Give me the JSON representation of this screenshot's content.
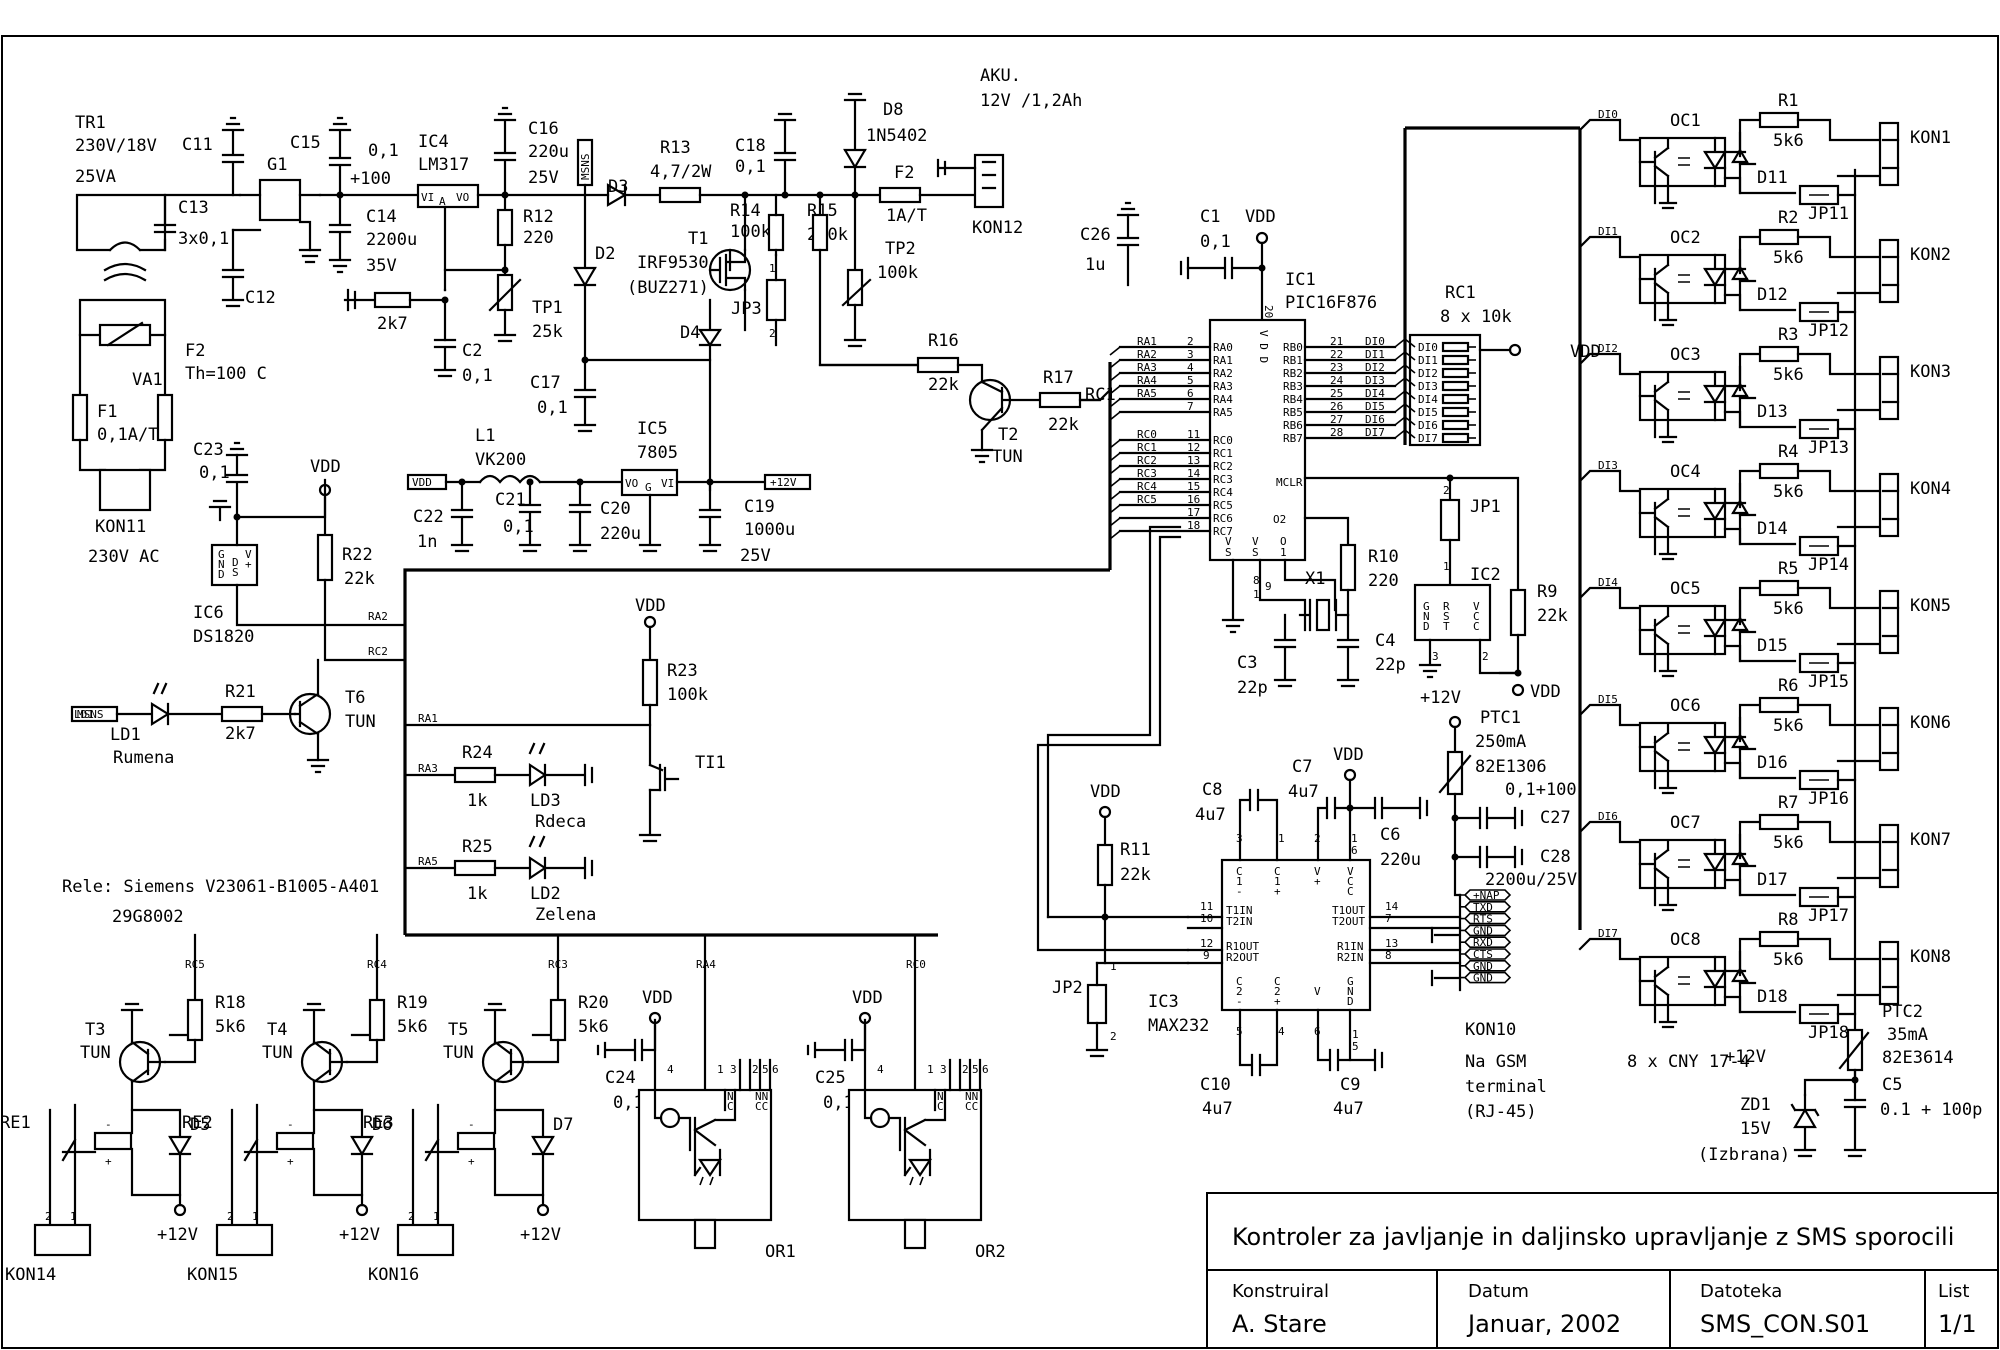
{
  "title_block": {
    "title": "Kontroler za javljanje in daljinsko upravljanje z SMS sporocili",
    "designer_label": "Konstruiral",
    "designer": "A. Stare",
    "date_label": "Datum",
    "date": "Januar, 2002",
    "file_label": "Datoteka",
    "file": "SMS_CON.S01",
    "sheet_label": "List",
    "sheet": "1/1"
  },
  "power": {
    "tr1": "TR1",
    "tr1_spec": "230V/18V",
    "tr1_va": "25VA",
    "c11": "C11",
    "c13": "C13",
    "c13_val": "3x0,1",
    "c12": "C12",
    "g1": "G1",
    "c15": "C15",
    "c15_val": "0,1",
    "c15_val2": "+100",
    "c14": "C14",
    "c14_val": "2200u",
    "c14_v": "35V",
    "ic4": "IC4",
    "ic4_type": "LM317",
    "c16": "C16",
    "c16_val": "220u",
    "c16_v": "25V",
    "r12": "R12",
    "r12_val": "220",
    "r_2k7": "2k7",
    "tp1": "TP1",
    "tp1_val": "25k",
    "c2": "C2",
    "c2_val": "0,1",
    "va1": "VA1",
    "f2b": "F2",
    "f2b_val": "Th=100 C",
    "f1": "F1",
    "f1_val": "0,1A/T",
    "kon11": "KON11",
    "kon11_val": "230V AC",
    "msns": "MSNS",
    "d3": "D3",
    "r13": "R13",
    "r13_val": "4,7/2W",
    "d2": "D2",
    "c17": "C17",
    "c17_val": "0,1",
    "t1": "T1",
    "t1_type": "IRF9530",
    "t1_alt": "(BUZ271)",
    "jp3": "JP3",
    "d4": "D4",
    "c18": "C18",
    "c18_val": "0,1",
    "r14": "R14",
    "r14_val": "100k",
    "r15": "R15",
    "r15_val": "220k",
    "d8": "D8",
    "d8_type": "1N5402",
    "akku": "AKU.",
    "akku_val": "12V /1,2Ah",
    "f2": "F2",
    "f2_val": "1A/T",
    "kon12": "KON12",
    "tp2": "TP2",
    "tp2_val": "100k",
    "l1": "L1",
    "l1_val": "VK200",
    "vdd_tag": "VDD",
    "plus12_tag": "+12V",
    "c22": "C22",
    "c22_val": "1n",
    "c21": "C21",
    "c21_val": "0,1",
    "c20": "C20",
    "c20_val": "220u",
    "ic5": "IC5",
    "ic5_type": "7805",
    "c19": "C19",
    "c19_val": "1000u",
    "c19_v": "25V"
  },
  "mcu": {
    "c26": "C26",
    "c26_val": "1u",
    "c1": "C1",
    "c1_val": "0,1",
    "vdd": "VDD",
    "ic1": "IC1",
    "ic1_type": "PIC16F876",
    "rc1": "RC1",
    "rc1_val": "8 x 10k",
    "left_pins": [
      {
        "net": "RA1",
        "num": "2",
        "pin": "RA0"
      },
      {
        "net": "RA2",
        "num": "3",
        "pin": "RA1"
      },
      {
        "net": "RA3",
        "num": "4",
        "pin": "RA2"
      },
      {
        "net": "RA4",
        "num": "5",
        "pin": "RA3"
      },
      {
        "net": "RA5",
        "num": "6",
        "pin": "RA4"
      },
      {
        "net": "",
        "num": "7",
        "pin": "RA5"
      },
      {
        "net": "RC0",
        "num": "11",
        "pin": "RC0"
      },
      {
        "net": "RC1",
        "num": "12",
        "pin": "RC1"
      },
      {
        "net": "RC2",
        "num": "13",
        "pin": "RC2"
      },
      {
        "net": "RC3",
        "num": "14",
        "pin": "RC3"
      },
      {
        "net": "RC4",
        "num": "15",
        "pin": "RC4"
      },
      {
        "net": "RC5",
        "num": "16",
        "pin": "RC5"
      },
      {
        "net": "",
        "num": "17",
        "pin": "RC6"
      },
      {
        "net": "",
        "num": "18",
        "pin": "RC7"
      }
    ],
    "right_pins": [
      {
        "pin": "RB0",
        "num": "21",
        "net": "DI0"
      },
      {
        "pin": "RB1",
        "num": "22",
        "net": "DI1"
      },
      {
        "pin": "RB2",
        "num": "23",
        "net": "DI2"
      },
      {
        "pin": "RB3",
        "num": "24",
        "net": "DI3"
      },
      {
        "pin": "RB4",
        "num": "25",
        "net": "DI4"
      },
      {
        "pin": "RB5",
        "num": "26",
        "net": "DI5"
      },
      {
        "pin": "RB6",
        "num": "27",
        "net": "DI6"
      },
      {
        "pin": "RB7",
        "num": "28",
        "net": "DI7"
      }
    ],
    "mclr": "MCLR",
    "r10": "R10",
    "r10_val": "220",
    "x1": "X1",
    "c3": "C3",
    "c3_val": "22p",
    "c4": "C4",
    "c4_val": "22p",
    "jp1": "JP1",
    "ic2": "IC2",
    "r9": "R9",
    "r9_val": "22k",
    "rc1_net": "RC1"
  },
  "sensor": {
    "c23": "C23",
    "c23_val": "0,1",
    "ic6": "IC6",
    "ic6_type": "DS1820",
    "r22": "R22",
    "r22_val": "22k",
    "ld1": "LD1",
    "ld1_col": "Rumena",
    "r21": "R21",
    "r21_val": "2k7",
    "t6": "T6",
    "t6_type": "TUN",
    "r16": "R16",
    "r16_val": "22k",
    "r17": "R17",
    "r17_val": "22k",
    "t2": "T2",
    "t2_type": "TUN",
    "r23": "R23",
    "r23_val": "100k",
    "ti1": "TI1",
    "r24": "R24",
    "r24_val": "1k",
    "ld3": "LD3",
    "ld3_col": "Rdeca",
    "r25": "R25",
    "r25_val": "1k",
    "ld2": "LD2",
    "ld2_col": "Zelena"
  },
  "relays": {
    "note": "Rele: Siemens V23061-B1005-A401",
    "note2": "29G8002",
    "items": [
      {
        "net": "RC5",
        "r": "R18",
        "r_val": "5k6",
        "t": "T3",
        "t_type": "TUN",
        "re": "RE1",
        "d": "D5",
        "kon": "KON14",
        "plus": "+12V"
      },
      {
        "net": "RC4",
        "r": "R19",
        "r_val": "5k6",
        "t": "T4",
        "t_type": "TUN",
        "re": "RE2",
        "d": "D6",
        "kon": "KON15",
        "plus": "+12V"
      },
      {
        "net": "RC3",
        "r": "R20",
        "r_val": "5k6",
        "t": "T5",
        "t_type": "TUN",
        "re": "RE3",
        "d": "D7",
        "kon": "KON16",
        "plus": "+12V"
      }
    ]
  },
  "optos": {
    "items": [
      {
        "net": "RA4",
        "c": "C24",
        "c_val": "0,1",
        "or": "OR1",
        "vdd": "VDD"
      },
      {
        "net": "RC0",
        "c": "C25",
        "c_val": "0,1",
        "or": "OR2",
        "vdd": "VDD"
      }
    ]
  },
  "serial": {
    "vdd": "VDD",
    "r11": "R11",
    "r11_val": "22k",
    "jp2": "JP2",
    "c8": "C8",
    "c8_val": "4u7",
    "c7": "C7",
    "c7_val": "4u7",
    "c6": "C6",
    "c6_val": "220u",
    "ic3": "IC3",
    "ic3_type": "MAX232",
    "c10": "C10",
    "c10_val": "4u7",
    "c9": "C9",
    "c9_val": "4u7",
    "ptc1": "PTC1",
    "ptc1_val": "250mA",
    "ptc1_type": "82E1306",
    "c27": "C27",
    "c27_val": "0,1+100",
    "c28": "C28",
    "c28_val": "2200u/25V",
    "plus12": "+12V",
    "kon10": "KON10",
    "kon10_note": "Na GSM",
    "kon10_note2": "terminal",
    "kon10_note3": "(RJ-45)",
    "pins": [
      "+NAP",
      "TXD",
      "RTS",
      "GND",
      "RXD",
      "CTS",
      "GND",
      "GND"
    ]
  },
  "inputs": {
    "items": [
      {
        "net": "DI0",
        "oc": "OC1",
        "r": "R1",
        "r_val": "5k6",
        "d": "D11",
        "jp": "JP11",
        "kon": "KON1"
      },
      {
        "net": "DI1",
        "oc": "OC2",
        "r": "R2",
        "r_val": "5k6",
        "d": "D12",
        "jp": "JP12",
        "kon": "KON2"
      },
      {
        "net": "DI2",
        "oc": "OC3",
        "r": "R3",
        "r_val": "5k6",
        "d": "D13",
        "jp": "JP13",
        "kon": "KON3"
      },
      {
        "net": "DI3",
        "oc": "OC4",
        "r": "R4",
        "r_val": "5k6",
        "d": "D14",
        "jp": "JP14",
        "kon": "KON4"
      },
      {
        "net": "DI4",
        "oc": "OC5",
        "r": "R5",
        "r_val": "5k6",
        "d": "D15",
        "jp": "JP15",
        "kon": "KON5"
      },
      {
        "net": "DI5",
        "oc": "OC6",
        "r": "R6",
        "r_val": "5k6",
        "d": "D16",
        "jp": "JP16",
        "kon": "KON6"
      },
      {
        "net": "DI6",
        "oc": "OC7",
        "r": "R7",
        "r_val": "5k6",
        "d": "D17",
        "jp": "JP17",
        "kon": "KON7"
      },
      {
        "net": "DI7",
        "oc": "OC8",
        "r": "R8",
        "r_val": "5k6",
        "d": "D18",
        "jp": "JP18",
        "kon": "KON8"
      }
    ],
    "cny": "8 x CNY 17-4",
    "plus12": "+12V",
    "ptc2": "PTC2",
    "ptc2_val": "35mA",
    "ptc2_type": "82E3614",
    "c5": "C5",
    "c5_val": "0.1 + 100p",
    "zd1": "ZD1",
    "zd1_val": "15V",
    "zd1_note": "(Izbrana)"
  }
}
